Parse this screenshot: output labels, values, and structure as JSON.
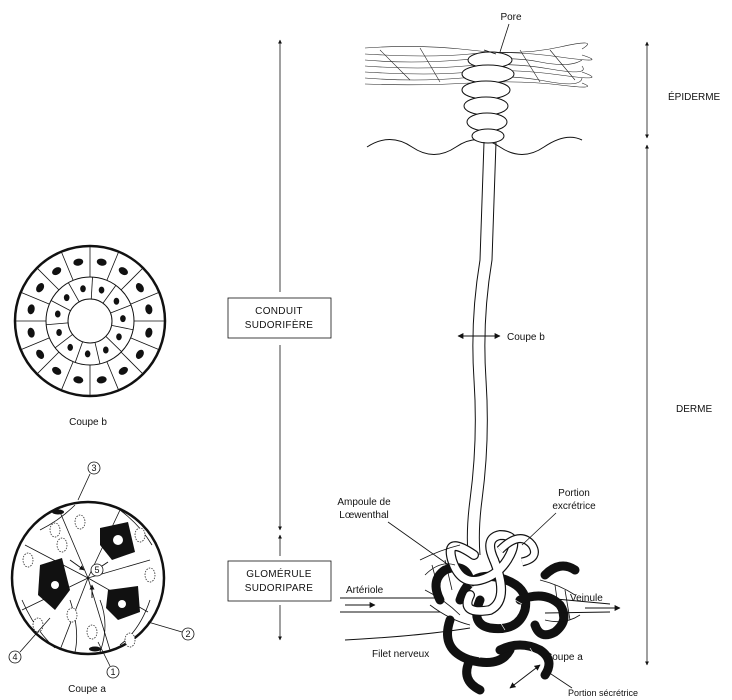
{
  "labels": {
    "pore": "Pore",
    "epiderme": "ÉPIDERME",
    "derme": "DERME",
    "conduit_line1": "CONDUIT",
    "conduit_line2": "SUDORIFÈRE",
    "glomerule_line1": "GLOMÉRULE",
    "glomerule_line2": "SUDORIPARE",
    "coupe_b_arrow": "Coupe b",
    "coupe_b_caption": "Coupe b",
    "coupe_a_caption": "Coupe a",
    "coupe_a_arrow": "Coupe a",
    "ampoule_line1": "Ampoule de",
    "ampoule_line2": "Lœwenthal",
    "portion_line1": "Portion",
    "portion_line2": "excrétrice",
    "arteriole": "Artériole",
    "veinule": "Veinule",
    "filet": "Filet nerveux",
    "secretrice": "Portion sécrétrice"
  },
  "markers": [
    "1",
    "2",
    "3",
    "4",
    "5"
  ]
}
